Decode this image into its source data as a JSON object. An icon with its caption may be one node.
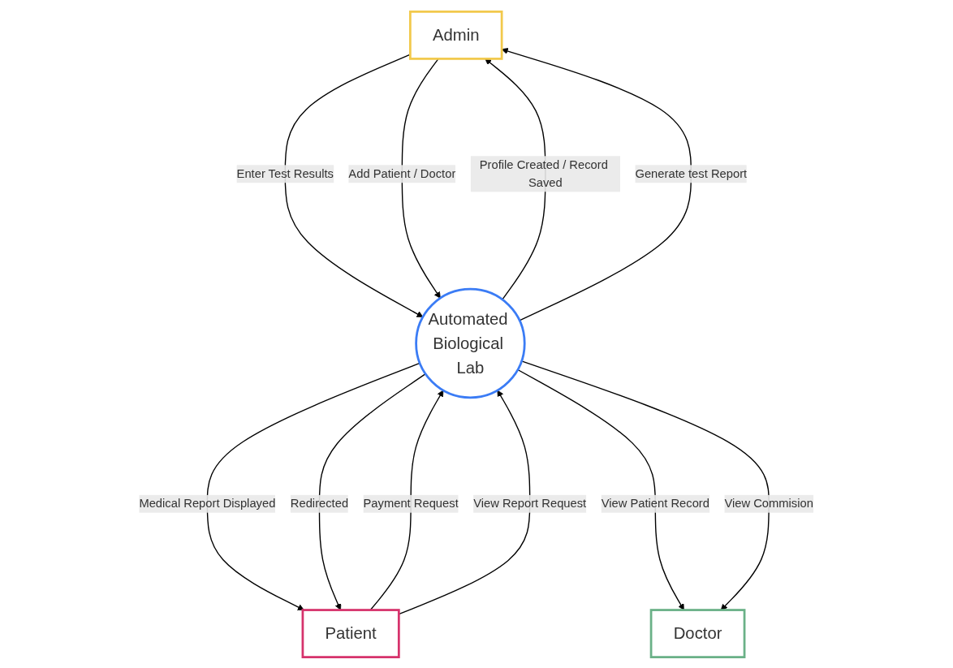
{
  "diagram": {
    "nodes": [
      {
        "text": [
          "Admin"
        ]
      },
      {
        "text": [
          "Patient"
        ]
      },
      {
        "text": [
          "Automated Biological Lab"
        ]
      },
      {
        "text": [
          "Doctor"
        ]
      }
    ],
    "edges": [
      {
        "from": 0,
        "to": 2,
        "arrow": "to",
        "label": "Enter Test Results"
      },
      {
        "from": 0,
        "to": 2,
        "arrow": "to",
        "label": "Add Patient / Doctor"
      },
      {
        "from": 2,
        "to": 0,
        "arrow": "to",
        "label": "Profile Created / Record Saved"
      },
      {
        "from": 2,
        "to": 0,
        "arrow": "to",
        "label": "Generate test Report"
      },
      {
        "from": 1,
        "to": 2,
        "arrow": "to",
        "label": "Payment Request"
      },
      {
        "from": 1,
        "to": 2,
        "arrow": "to",
        "label": "View Report Request"
      },
      {
        "from": 2,
        "to": 1,
        "arrow": "to",
        "label": "Medical Report Displayed"
      },
      {
        "from": 2,
        "to": 1,
        "arrow": "to",
        "label": "Redirected"
      },
      {
        "from": 2,
        "to": 3,
        "arrow": "to",
        "label": "View Patient Record"
      },
      {
        "from": 2,
        "to": 3,
        "arrow": "to",
        "label": "View Commision"
      }
    ]
  }
}
